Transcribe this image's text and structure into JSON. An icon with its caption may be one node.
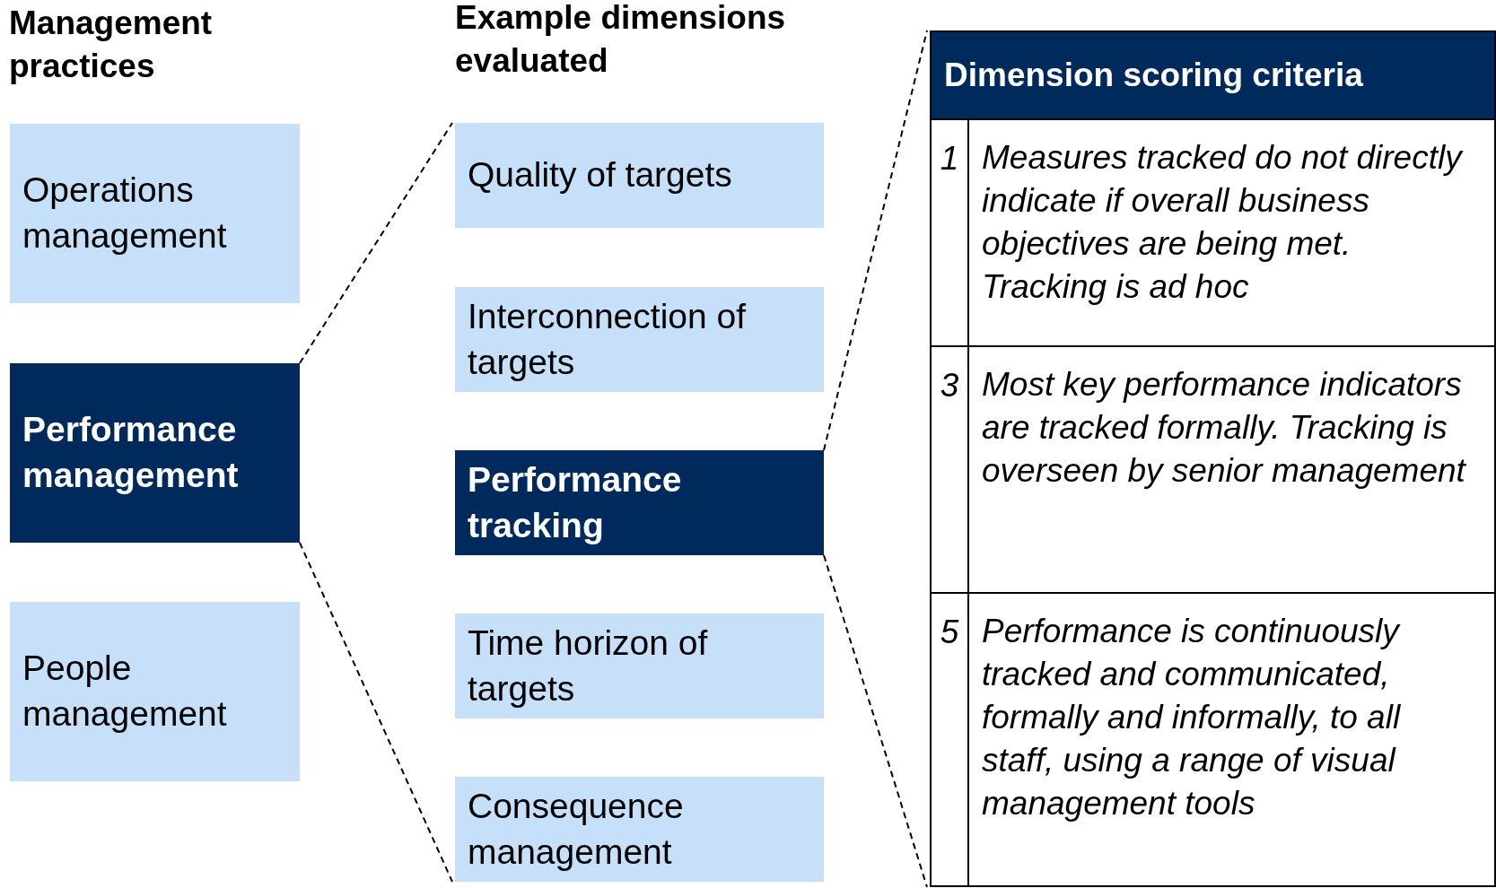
{
  "diagram": {
    "nodes": [
      {
        "text": [
          "Operations management"
        ]
      },
      {
        "text": [
          "Performance management"
        ]
      },
      {
        "text": [
          "People management"
        ]
      },
      {
        "text": [
          "Quality of targets"
        ]
      },
      {
        "text": [
          "Interconnection of targets"
        ]
      },
      {
        "text": [
          "Performance tracking"
        ]
      },
      {
        "text": [
          "Time horizon of targets"
        ]
      },
      {
        "text": [
          "Consequence management"
        ]
      },
      {
        "text": [
          "Dimension scoring criteria"
        ]
      },
      {
        "text": [
          "1",
          "Measures tracked do not directly indicate if overall business objectives are being met. Tracking is ad hoc"
        ],
        "in": 8
      },
      {
        "text": [
          "3",
          "Most key performance indicators are tracked formally. Tracking is overseen by senior management"
        ],
        "in": 8
      },
      {
        "text": [
          "5",
          "Performance is continuously tracked and communicated, formally and informally, to all staff, using a range of visual management tools"
        ],
        "in": 8
      }
    ],
    "edges": [
      {
        "from": 1,
        "to": 3,
        "arrow": "none",
        "style": "dashed"
      },
      {
        "from": 1,
        "to": 7,
        "arrow": "none",
        "style": "dashed"
      },
      {
        "from": 5,
        "to": 8,
        "arrow": "none",
        "style": "dashed"
      },
      {
        "from": 5,
        "to": 8,
        "arrow": "none",
        "style": "dashed"
      }
    ],
    "labels": [
      "Management practices",
      "Example dimensions evaluated"
    ]
  }
}
